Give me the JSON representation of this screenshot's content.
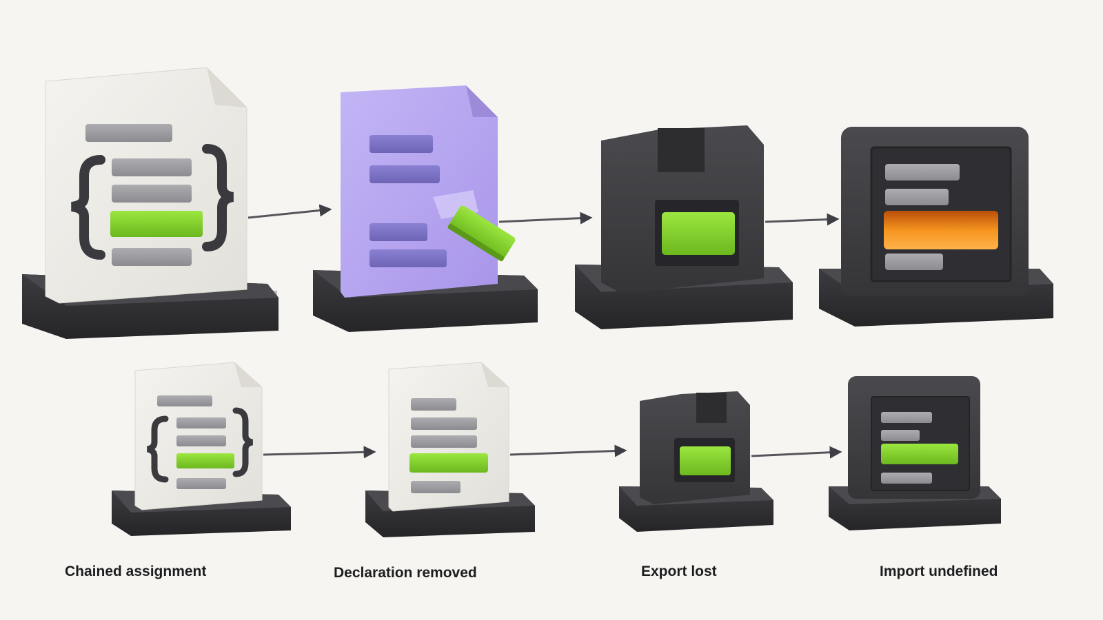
{
  "labels": {
    "chained_assignment": "Chained assignment",
    "declaration_removed": "Declaration removed",
    "export_lost": "Export lost",
    "import_undefined": "Import undefined"
  },
  "colors": {
    "background": "#f6f5f2",
    "document_paper": "#ecebe6",
    "document_purple": "#b7a6ef",
    "dark_block": "#3d3d40",
    "base_plate": "#2f2f33",
    "code_line_gray": "#9b9b9f",
    "code_line_purple": "#7b72c4",
    "highlight_green": "#84d32e",
    "error_orange": "#f08a1a",
    "arrow": "#4a4a50"
  },
  "icons": [
    "code-document-icon",
    "stripped-document-icon",
    "module-box-icon",
    "import-window-icon"
  ]
}
